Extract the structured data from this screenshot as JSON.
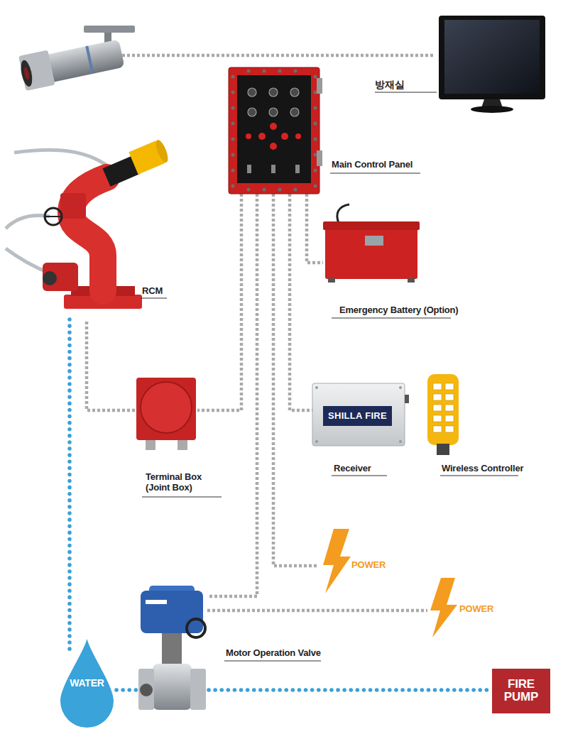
{
  "diagram": {
    "nodes": [
      {
        "text": [
          "방재실"
        ]
      },
      {
        "text": [
          "Main Control Panel"
        ]
      },
      {
        "text": [
          "RCM"
        ]
      },
      {
        "text": [
          "Emergency Battery (Option)"
        ]
      },
      {
        "text": [
          "Terminal Box (Joint Box)"
        ]
      },
      {
        "text": [
          "SHILLA FIRE",
          "Receiver"
        ]
      },
      {
        "text": [
          "Wireless Controller"
        ]
      },
      {
        "text": [
          "POWER"
        ]
      },
      {
        "text": [
          "POWER"
        ]
      },
      {
        "text": [
          "Motor Operation Valve"
        ]
      },
      {
        "text": [
          "WATER"
        ]
      },
      {
        "text": [
          "FIRE PUMP"
        ]
      }
    ],
    "edges": [
      {
        "from": 1,
        "to": 3,
        "arrow": "none"
      },
      {
        "from": 1,
        "to": 4,
        "arrow": "none"
      },
      {
        "from": 4,
        "to": 2,
        "arrow": "none"
      },
      {
        "from": 1,
        "to": 5,
        "arrow": "none"
      },
      {
        "from": 1,
        "to": 7,
        "arrow": "none"
      },
      {
        "from": 1,
        "to": 9,
        "arrow": "none"
      },
      {
        "from": 9,
        "to": 8,
        "arrow": "none"
      },
      {
        "from": 2,
        "to": 10,
        "arrow": "none"
      },
      {
        "from": 10,
        "to": 9,
        "arrow": "none"
      },
      {
        "from": 9,
        "to": 11,
        "arrow": "none"
      }
    ]
  }
}
